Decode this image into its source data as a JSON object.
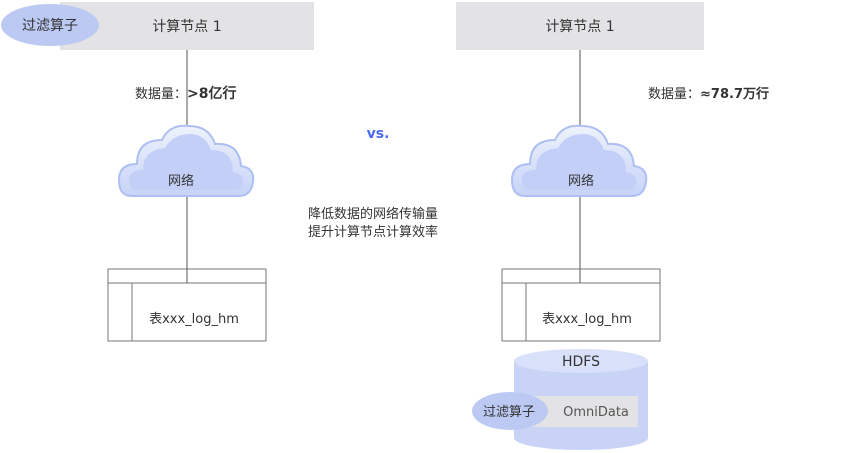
{
  "left": {
    "node_label": "计算节点 1",
    "filter_operator": "过滤算子",
    "data_volume_label": "数据量：",
    "data_volume_value": ">8亿行",
    "network_label": "网络",
    "table_label": "表xxx_log_hm"
  },
  "right": {
    "node_label": "计算节点 1",
    "data_volume_label": "数据量：",
    "data_volume_value": "≈78.7万行",
    "network_label": "网络",
    "table_label": "表xxx_log_hm",
    "storage_label": "HDFS",
    "omnidata_label": "OmniData",
    "filter_operator": "过滤算子"
  },
  "center": {
    "vs_label": "vs.",
    "benefit_line_1": "降低数据的网络传输量",
    "benefit_line_2": "提升计算节点计算效率"
  },
  "colors": {
    "node_fill": "#e3e3e6",
    "cloud_fill": "#c3cff7",
    "cloud_inner": "#dbe3fb",
    "operator_fill": "#bcc9f3",
    "accent_blue": "#4a6cf0",
    "hdfs_fill": "#c8d3f6",
    "hdfs_top": "#e6ebfc"
  }
}
